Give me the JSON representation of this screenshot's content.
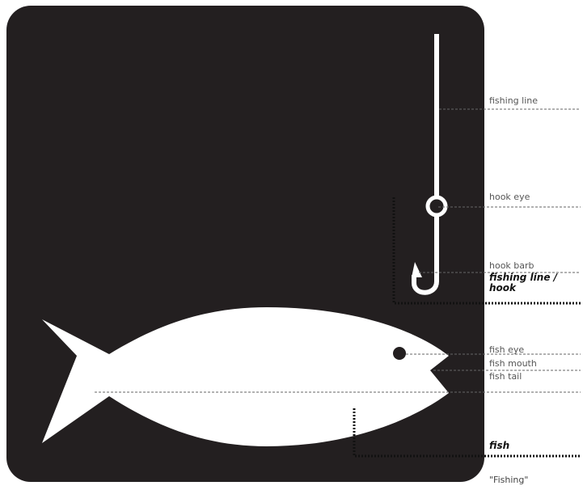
{
  "colors": {
    "panel": "#231f20",
    "shape": "#ffffff",
    "leader": "#666666",
    "group_bracket": "#111111"
  },
  "labels": {
    "fishing_line": "fishing line",
    "hook_eye": "hook eye",
    "hook_barb": "hook barb",
    "fish_eye": "fish eye",
    "fish_mouth": "fish mouth",
    "fish_tail": "fish tail"
  },
  "groups": {
    "fishing_line_hook_line1": "fishing line /",
    "fishing_line_hook_line2": "hook",
    "fish": "fish"
  },
  "caption": "\"Fishing\""
}
